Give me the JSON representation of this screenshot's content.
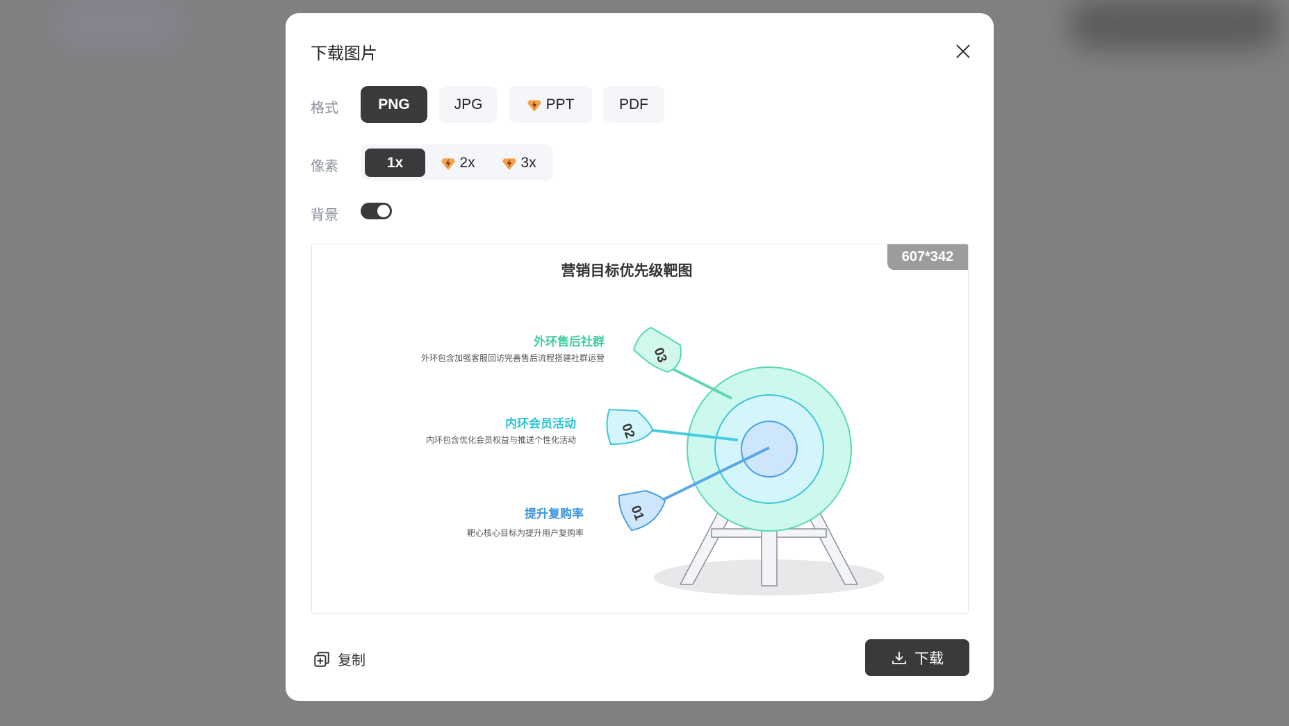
{
  "dialog": {
    "title": "下载图片"
  },
  "format": {
    "label": "格式",
    "options": [
      {
        "label": "PNG",
        "premium": false,
        "selected": true
      },
      {
        "label": "JPG",
        "premium": false
      },
      {
        "label": "PPT",
        "premium": true
      },
      {
        "label": "PDF",
        "premium": false
      }
    ]
  },
  "pixel": {
    "label": "像素",
    "options": [
      {
        "label": "1x",
        "selected": true
      },
      {
        "label": "2x",
        "premium": true
      },
      {
        "label": "3x",
        "premium": true
      }
    ]
  },
  "background": {
    "label": "背景",
    "enabled": true
  },
  "preview": {
    "size_badge": "607*342",
    "title": "营销目标优先级靶图",
    "items": [
      {
        "number": "03",
        "heading": "外环售后社群",
        "desc": "外环包含加强客服回访完善售后流程搭建社群运营",
        "color": "#3fcf9b"
      },
      {
        "number": "02",
        "heading": "内环会员活动",
        "desc": "内环包含优化会员权益与推送个性化活动",
        "color": "#2cc2d6"
      },
      {
        "number": "01",
        "heading": "提升复购率",
        "desc": "靶心核心目标为提升用户复购率",
        "color": "#3b93e0"
      }
    ]
  },
  "footer": {
    "copy_label": "复制",
    "download_label": "下载"
  },
  "colors": {
    "dark": "#3a3a3c",
    "premium": "#f5a04a"
  }
}
